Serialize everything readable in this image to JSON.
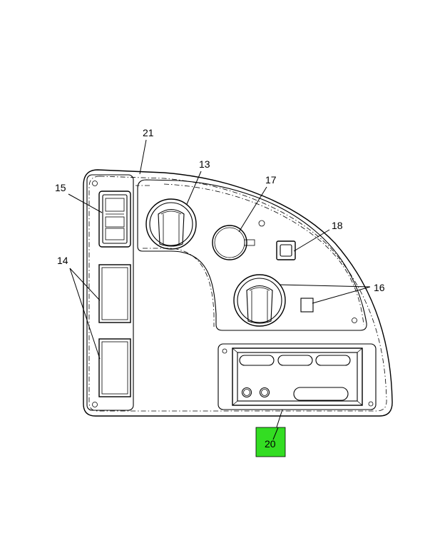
{
  "callouts": {
    "c13": "13",
    "c14": "14",
    "c15": "15",
    "c16": "16",
    "c17": "17",
    "c18": "18",
    "c20": "20",
    "c21": "21"
  },
  "colors": {
    "highlight": "#33dd22",
    "line": "#000000",
    "background": "#ffffff"
  }
}
